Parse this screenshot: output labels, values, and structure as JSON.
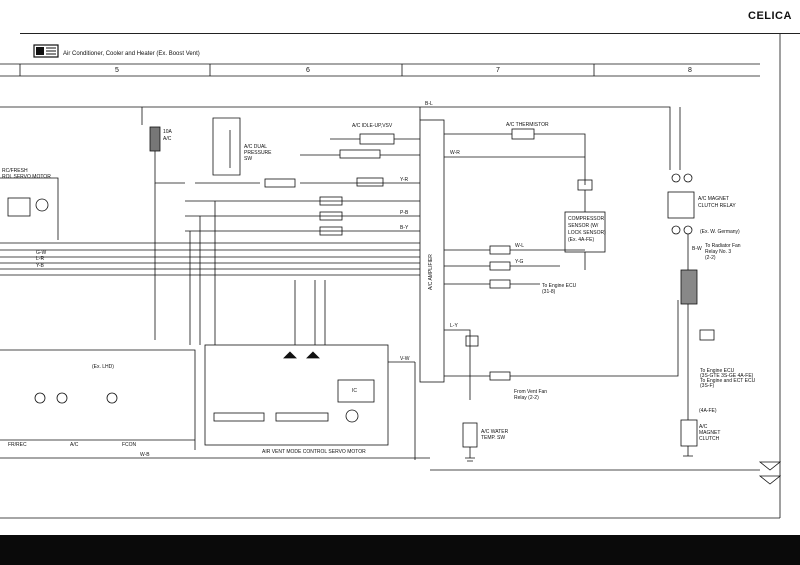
{
  "header": {
    "model": "CELICA",
    "title": "Air Conditioner, Cooler and Heater (Ex. Boost Vent)"
  },
  "grid": [
    "5",
    "6",
    "7",
    "8"
  ],
  "components": {
    "fuse": [
      "10A",
      "A/C"
    ],
    "dual_pressure_sw": [
      "A/C DUAL",
      "PRESSURE",
      "SW"
    ],
    "idle_up_vsv": [
      "A/C IDLE-UP",
      "VSV"
    ],
    "thermistor": "A/C THERMISTOR",
    "amplifier": "A/C AMPLIFIER",
    "compressor_sensor": [
      "COMPRESSOR",
      "SENSOR (W/",
      "LOCK SENSOR)",
      "(Ex. 4A-FE)"
    ],
    "magnet_clutch_relay": [
      "A/C MAGNET",
      "CLUTCH RELAY"
    ],
    "w_germany": "(Ex. W. Germany)",
    "radiator_fan": [
      "To Radiator Fan",
      "Relay No. 3",
      "(2-2)"
    ],
    "engine_ecu": [
      "To Engine ECU",
      "(31-8)"
    ],
    "engine_ecu_lower": [
      "To Engine ECU",
      "(3S-GTE 3S-GE 4A-FE)",
      "To Engine and ECT ECU",
      "(3S-F)"
    ],
    "magnet_clutch": [
      "(4A-FE)",
      "A/C",
      "MAGNET",
      "CLUTCH"
    ],
    "water_temp_sw": [
      "A/C WATER",
      "TEMP. SW"
    ],
    "vent_fan_relay": [
      "From Vent Fan",
      "Relay (2-2)"
    ],
    "servo_motor": "AIR VENT MODE CONTROL SERVO MOTOR",
    "ic": "IC",
    "recirc_servo": [
      "RC/FRESH",
      "ROL SERVO MOTOR"
    ],
    "ex_lhd": "(Ex. LHD)",
    "left_labels": [
      "FR/REC",
      "A/C",
      "FCON"
    ],
    "wire_colors": [
      "B-L",
      "G-W",
      "L-R",
      "Y-R",
      "V-W",
      "Y-B",
      "P-B",
      "B-Y",
      "W-B",
      "L-Y",
      "W-R",
      "Y-G",
      "B-W",
      "W-L"
    ]
  }
}
